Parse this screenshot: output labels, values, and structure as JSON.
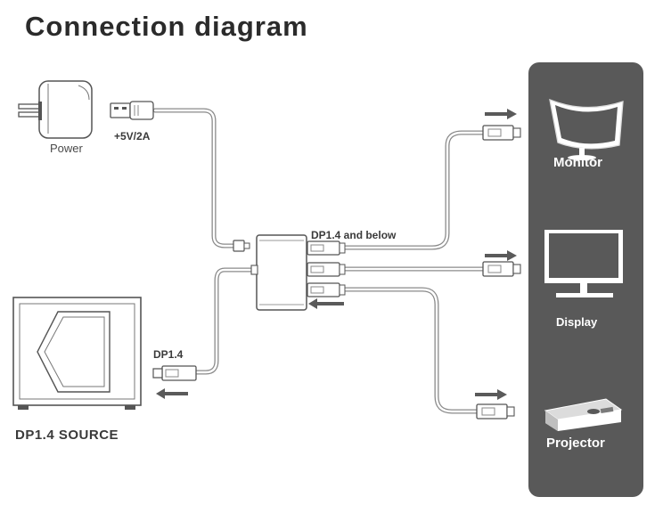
{
  "title": "Connection diagram",
  "labels": {
    "power": "Power",
    "power_spec": "+5V/2A",
    "dp_out_note": "DP1.4 and below",
    "dp_in_note": "DP1.4",
    "source": "DP1.4 SOURCE"
  },
  "devices": [
    {
      "icon": "monitor-icon",
      "label": "Monitor"
    },
    {
      "icon": "display-icon",
      "label": "Display"
    },
    {
      "icon": "projector-icon",
      "label": "Projector"
    }
  ],
  "colors": {
    "panel": "#595959",
    "cable": "#8a8a8a",
    "arrow": "#5a5a5a",
    "text": "#2b2b2b"
  }
}
